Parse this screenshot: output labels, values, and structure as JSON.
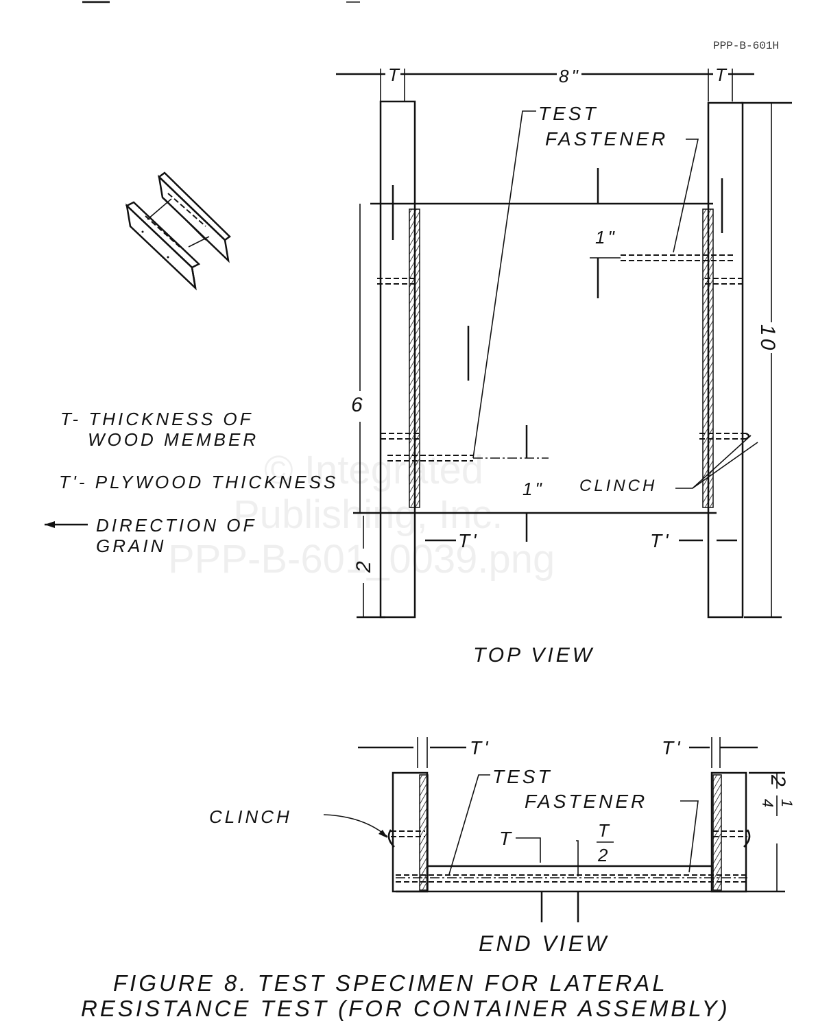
{
  "header": {
    "doc_number": "PPP-B-601H"
  },
  "watermark": {
    "line1": "© Integrated",
    "line2": "Publishing, Inc.",
    "line3": "PPP-B-601_0039.png"
  },
  "legend": {
    "t_line1": "T- THICKNESS OF",
    "t_line2": "WOOD MEMBER",
    "tprime": "T'- PLYWOOD THICKNESS",
    "grain_line1": "DIRECTION OF",
    "grain_line2": "GRAIN"
  },
  "top_view": {
    "title": "TOP VIEW",
    "dim_t_left": "T",
    "dim_width": "8\"",
    "dim_t_right": "T",
    "test_fastener_1": "TEST",
    "test_fastener_2": "FASTENER",
    "dim_1_upper": "1\"",
    "dim_1_lower": "1\"",
    "dim_6": "6",
    "dim_2": "2",
    "dim_10": "10",
    "clinch": "CLINCH",
    "tprime_left": "T'",
    "tprime_right": "T'"
  },
  "end_view": {
    "title": "END VIEW",
    "tprime_left": "T'",
    "tprime_right": "T'",
    "test_fastener_1": "TEST",
    "test_fastener_2": "FASTENER",
    "dim_t": "T",
    "dim_half_num": "T",
    "dim_half_den": "2",
    "dim_height_whole": "2",
    "dim_height_num": "1",
    "dim_height_den": "4",
    "clinch": "CLINCH"
  },
  "caption": {
    "line1": "FIGURE 8. TEST SPECIMEN FOR LATERAL",
    "line2": "RESISTANCE TEST (FOR CONTAINER ASSEMBLY)"
  }
}
